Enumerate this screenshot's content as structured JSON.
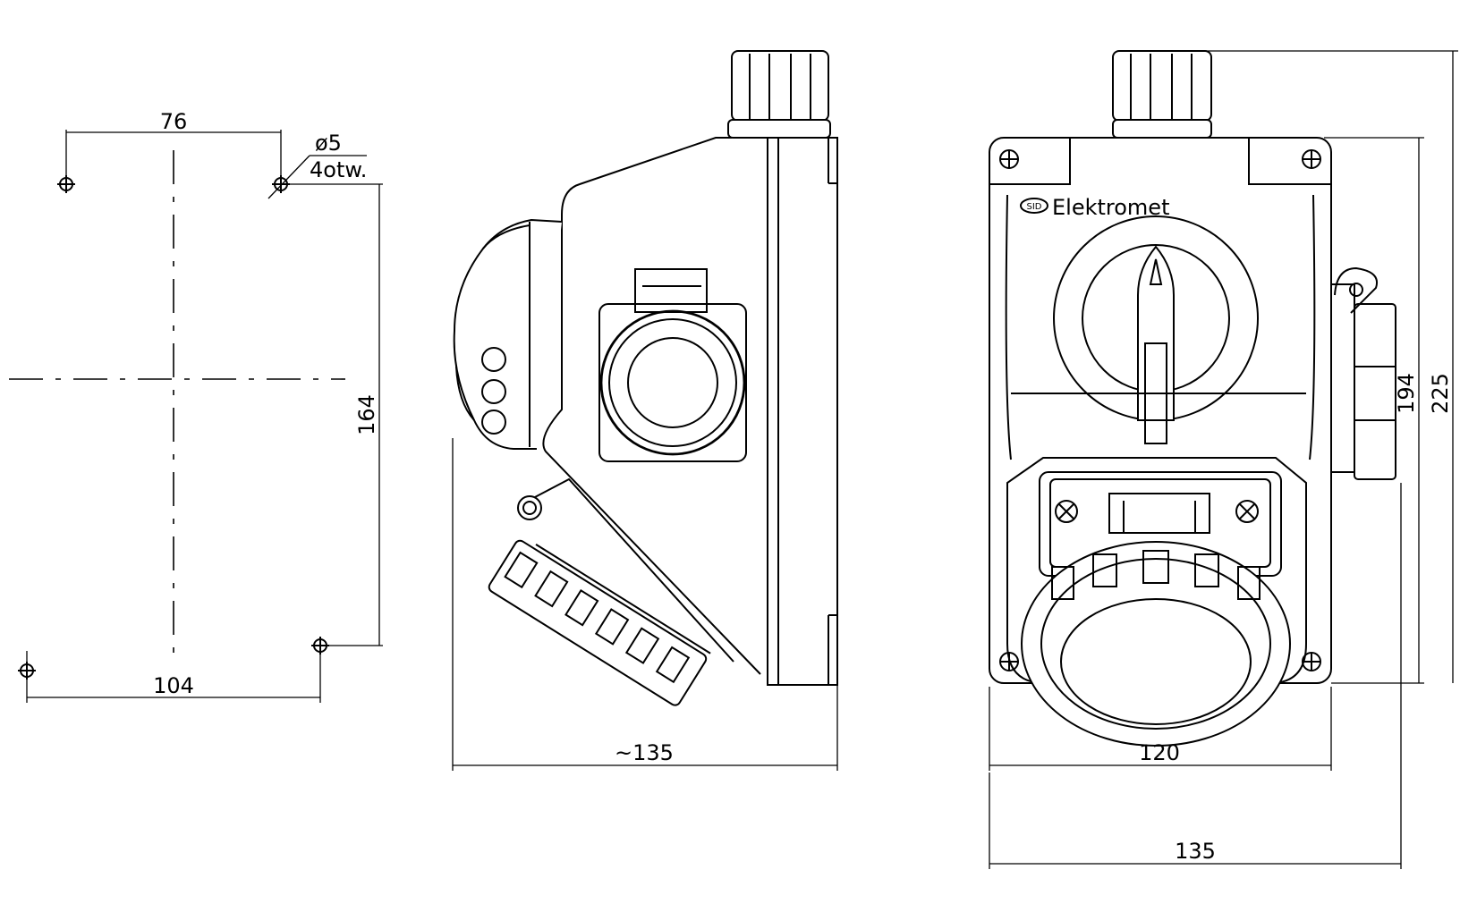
{
  "mounting_view": {
    "dim_top": "76",
    "dim_bottom": "104",
    "dim_height": "164",
    "hole_diameter": "ø5",
    "hole_count": "4otw."
  },
  "side_view": {
    "dim_depth": "~135"
  },
  "front_view": {
    "brand_logo": "SID",
    "brand_name": "Elektromet",
    "dim_inner_width": "120",
    "dim_outer_width": "135",
    "dim_inner_height": "194",
    "dim_outer_height": "225"
  }
}
